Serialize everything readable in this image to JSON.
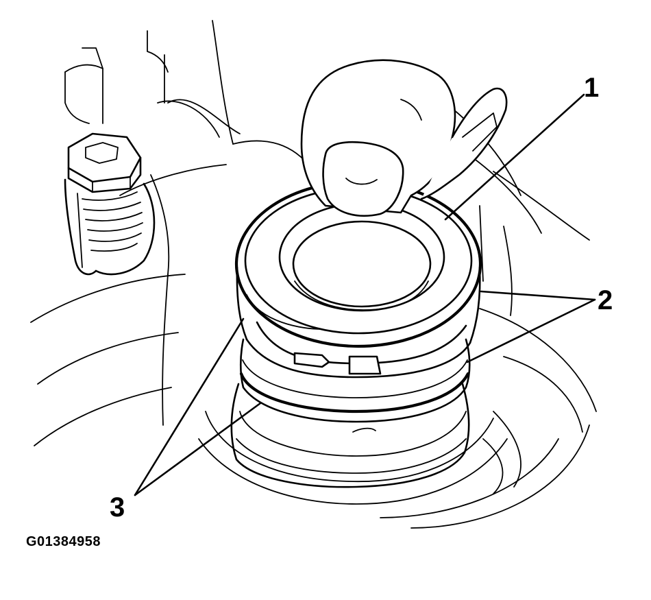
{
  "figure": {
    "id": "G01384958",
    "callouts": [
      {
        "number": "1"
      },
      {
        "number": "2"
      },
      {
        "number": "3"
      }
    ]
  },
  "colors": {
    "ink": "#000000",
    "paper": "#ffffff"
  }
}
